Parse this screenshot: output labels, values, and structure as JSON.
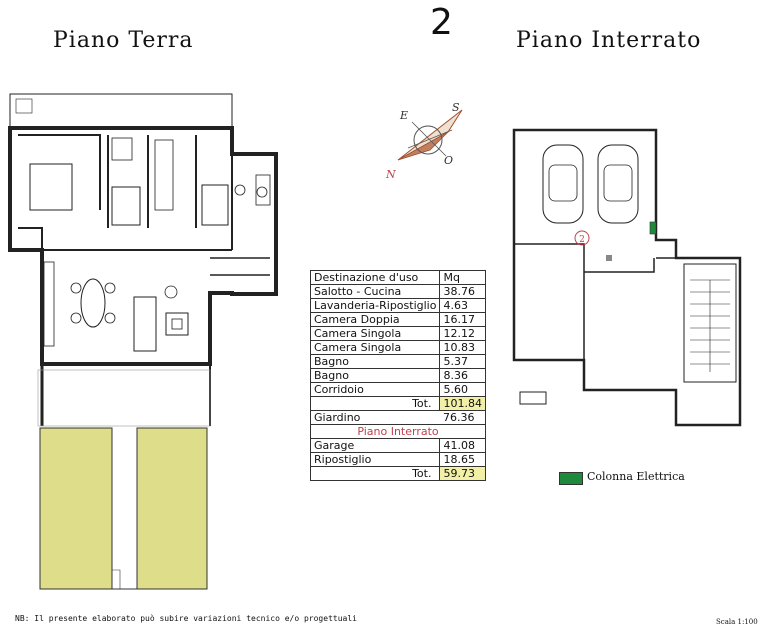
{
  "header": {
    "number": "2",
    "ground_floor_title": "Piano Terra",
    "basement_title": "Piano Interrato"
  },
  "compass": {
    "e": "E",
    "s": "S",
    "n": "N",
    "o": "O"
  },
  "table": {
    "header": {
      "label": "Destinazione d'uso",
      "unit": "Mq"
    },
    "rows_ground": [
      {
        "label": "Salotto - Cucina",
        "value": "38.76"
      },
      {
        "label": "Lavanderia-Ripostiglio",
        "value": "4.63"
      },
      {
        "label": "Camera Doppia",
        "value": "16.17"
      },
      {
        "label": "Camera Singola",
        "value": "12.12"
      },
      {
        "label": "Camera Singola",
        "value": "10.83"
      },
      {
        "label": "Bagno",
        "value": "5.37"
      },
      {
        "label": "Bagno",
        "value": "8.36"
      },
      {
        "label": "Corridoio",
        "value": "5.60"
      }
    ],
    "total_ground": {
      "label": "Tot.",
      "value": "101.84"
    },
    "garden": {
      "label": "Giardino",
      "value": "76.36"
    },
    "basement_heading": "Piano Interrato",
    "rows_basement": [
      {
        "label": "Garage",
        "value": "41.08"
      },
      {
        "label": "Ripostiglio",
        "value": "18.65"
      }
    ],
    "total_basement": {
      "label": "Tot.",
      "value": "59.73"
    }
  },
  "basement_marker": "2",
  "legend": {
    "label": "Colonna Elettrica",
    "color": "#1f8a3b"
  },
  "footer": {
    "note": "NB: Il presente elaborato può subire variazioni tecnico e/o progettuali",
    "scale": "Scala 1:100"
  },
  "colors": {
    "garden": "#dede8a",
    "highlight": "#f2f0a6",
    "pink_text": "#c0404a"
  }
}
